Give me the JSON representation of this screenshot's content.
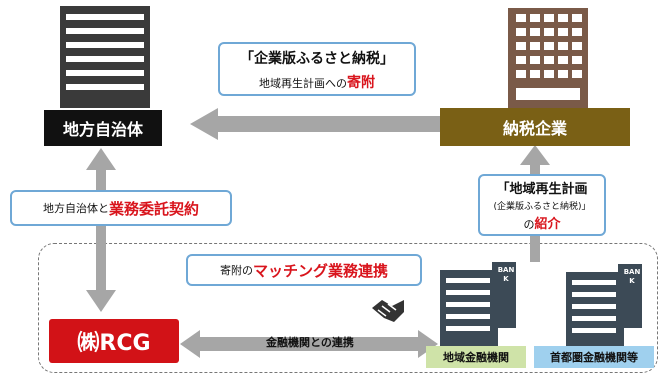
{
  "nodes": {
    "local_gov": "地方自治体",
    "taxpayer": "納税企業",
    "rcg": "㈱RCG",
    "regional_bank": "地域金融機関",
    "metro_bank": "首都圏金融機関等"
  },
  "callouts": {
    "donation_line1": "「企業版ふるさと納税」",
    "donation_line2_prefix": "地域再生計画への",
    "donation_line2_emph": "寄附",
    "contract_prefix": "地方自治体と",
    "contract_emph": "業務委託契約",
    "intro_line1": "「地域再生計画",
    "intro_line2": "(企業版ふるさと納税)」",
    "intro_line3_prefix": "の",
    "intro_line3_emph": "紹介",
    "matching_prefix": "寄附の",
    "matching_emph": "マッチング業務連携",
    "bank_link": "金融機関との連携"
  },
  "bank_sign": "BANK",
  "colors": {
    "gov_box": "#111111",
    "taxpayer_box": "#7a6015",
    "rcg_box": "#d21217",
    "regional_bank_box": "#cfe3a8",
    "metro_bank_box": "#9fd0ee",
    "arrow": "#a6a6a6",
    "emphasis": "#d9151d",
    "callout_border": "#6fa8d6"
  }
}
